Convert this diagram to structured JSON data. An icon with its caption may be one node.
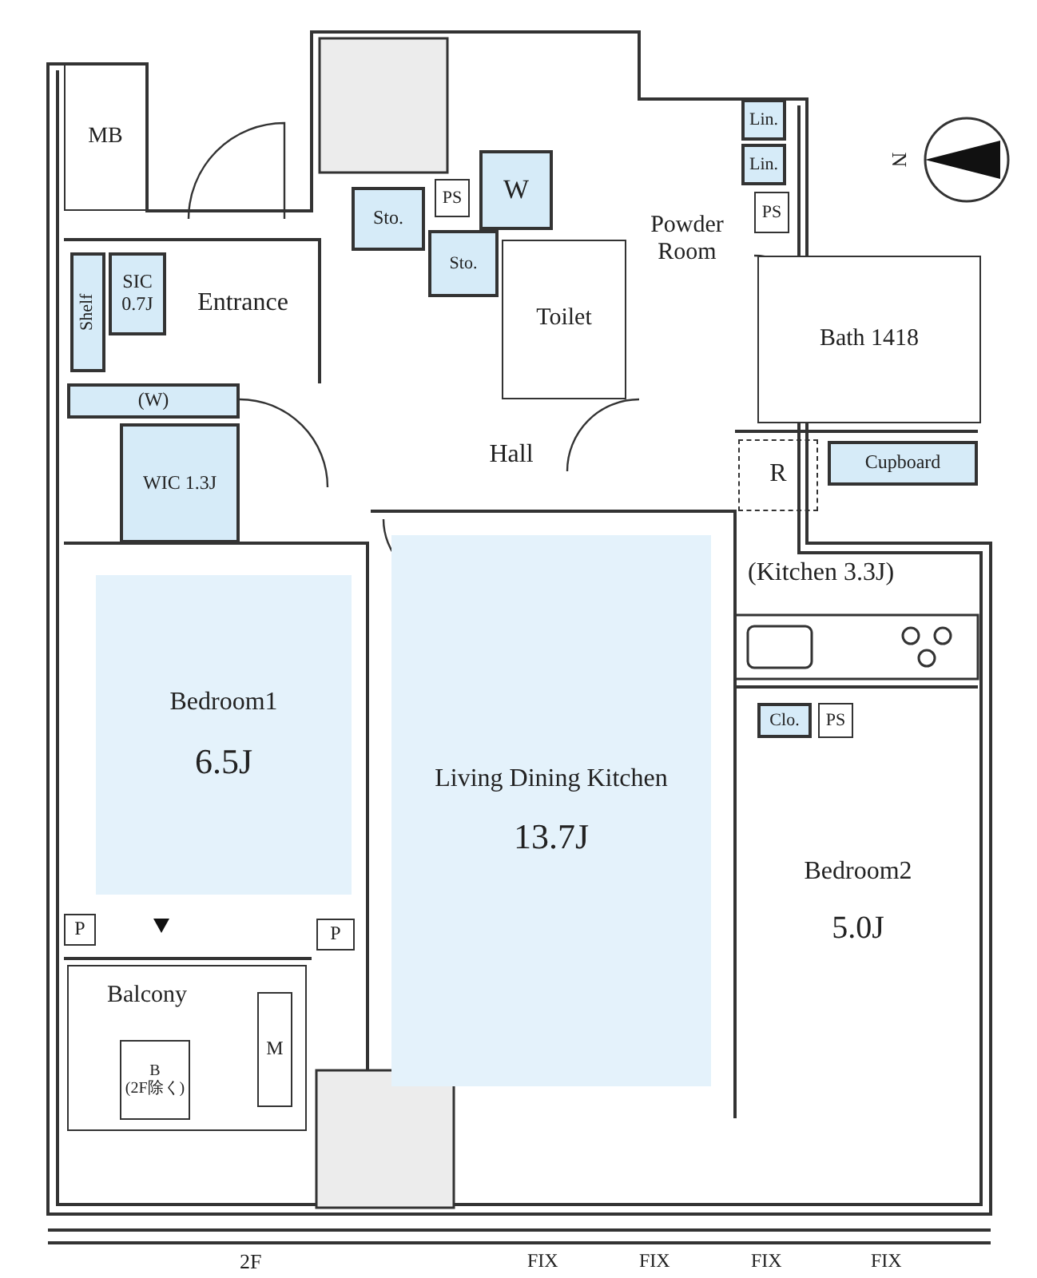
{
  "diagram": {
    "nodes": [
      {
        "text": [
          "MB"
        ]
      },
      {
        "text": [
          "Lin."
        ]
      },
      {
        "text": [
          "Lin."
        ]
      },
      {
        "text": [
          "W"
        ]
      },
      {
        "text": [
          "PS"
        ]
      },
      {
        "text": [
          "Sto."
        ]
      },
      {
        "text": [
          "PS"
        ]
      },
      {
        "text": [
          "Powder Room"
        ]
      },
      {
        "text": [
          "Shelf"
        ]
      },
      {
        "text": [
          "SIC 0.7J"
        ]
      },
      {
        "text": [
          "Entrance"
        ]
      },
      {
        "text": [
          "Sto."
        ]
      },
      {
        "text": [
          "Toilet"
        ]
      },
      {
        "text": [
          "Bath 1418"
        ]
      },
      {
        "text": [
          "(W)"
        ]
      },
      {
        "text": [
          "WIC 1.3J"
        ]
      },
      {
        "text": [
          "Hall"
        ]
      },
      {
        "text": [
          "R"
        ]
      },
      {
        "text": [
          "Cupboard"
        ]
      },
      {
        "text": [
          "Bedroom1",
          "6.5J"
        ]
      },
      {
        "text": [
          "Living Dining Kitchen",
          "13.7J"
        ]
      },
      {
        "text": [
          "Clo."
        ]
      },
      {
        "text": [
          "PS"
        ]
      },
      {
        "text": [
          "Bedroom2",
          "5.0J"
        ]
      },
      {
        "text": [
          "P"
        ]
      },
      {
        "text": [
          "P"
        ]
      },
      {
        "text": [
          "Balcony"
        ]
      },
      {
        "text": [
          "B",
          "(2F除く)"
        ],
        "in": 26
      },
      {
        "text": [
          "M"
        ],
        "in": 26
      }
    ],
    "labels": [
      "N",
      "(Kitchen 3.3J)",
      "2F",
      "FIX",
      "FIX",
      "FIX",
      "FIX"
    ]
  }
}
